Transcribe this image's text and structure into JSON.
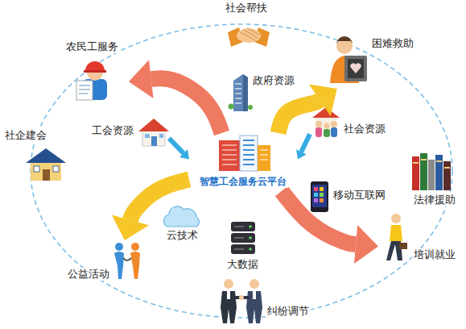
{
  "diagram": {
    "nodes": [
      {
        "text": [
          "社会帮扶"
        ]
      },
      {
        "text": [
          "农民工服务"
        ]
      },
      {
        "text": [
          "困难救助"
        ]
      },
      {
        "text": [
          "政府资源"
        ]
      },
      {
        "text": [
          "工会资源"
        ]
      },
      {
        "text": [
          "社会资源"
        ]
      },
      {
        "text": [
          "社企建会"
        ]
      },
      {
        "text": [
          "智慧工会服务云平台"
        ]
      },
      {
        "text": [
          "移动互联网"
        ]
      },
      {
        "text": [
          "法律援助"
        ]
      },
      {
        "text": [
          "云技术"
        ]
      },
      {
        "text": [
          "大数据"
        ]
      },
      {
        "text": [
          "公益活动"
        ]
      },
      {
        "text": [
          "培训就业"
        ]
      },
      {
        "text": [
          "纠纷调节"
        ]
      }
    ],
    "edges": [
      {
        "from": 4,
        "to": 7,
        "arrow": "to"
      },
      {
        "from": 5,
        "to": 7,
        "arrow": "to"
      },
      {
        "from": 7,
        "to": 1,
        "arrow": "to"
      },
      {
        "from": 7,
        "to": 2,
        "arrow": "to"
      },
      {
        "from": 7,
        "to": 12,
        "arrow": "to"
      },
      {
        "from": 7,
        "to": 13,
        "arrow": "to"
      }
    ]
  }
}
